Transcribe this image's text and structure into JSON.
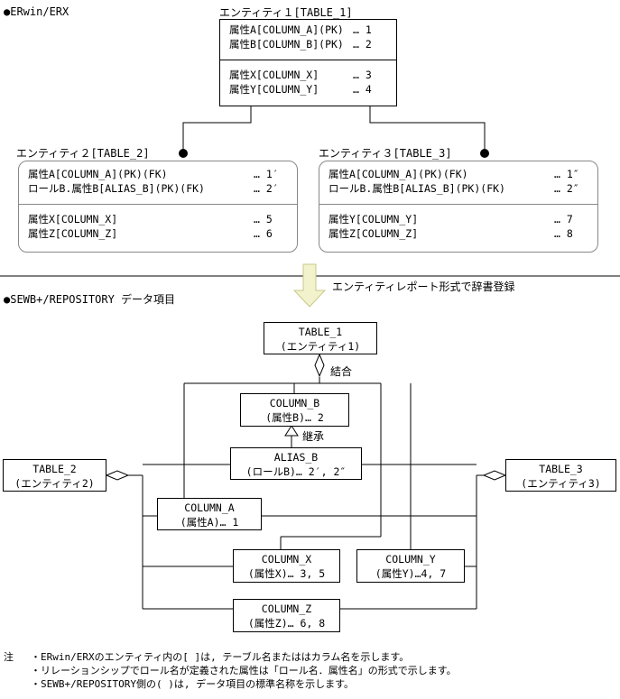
{
  "erwin": {
    "heading": "●ERwin/ERX",
    "entity1": {
      "title": "エンティティ１[TABLE_1]",
      "key_rows": [
        {
          "text": "属性A[COLUMN_A](PK)",
          "num": "… 1"
        },
        {
          "text": "属性B[COLUMN_B](PK)",
          "num": "… 2"
        }
      ],
      "attr_rows": [
        {
          "text": "属性X[COLUMN_X]",
          "num": "… 3"
        },
        {
          "text": "属性Y[COLUMN_Y]",
          "num": "… 4"
        }
      ]
    },
    "entity2": {
      "title": "エンティティ２[TABLE_2]",
      "key_rows": [
        {
          "text": "属性A[COLUMN_A](PK)(FK)",
          "num": "… 1′"
        },
        {
          "text": "ロールB.属性B[ALIAS_B](PK)(FK)",
          "num": "… 2′"
        }
      ],
      "attr_rows": [
        {
          "text": "属性X[COLUMN_X]",
          "num": "… 5"
        },
        {
          "text": "属性Z[COLUMN_Z]",
          "num": "… 6"
        }
      ]
    },
    "entity3": {
      "title": "エンティティ３[TABLE_3]",
      "key_rows": [
        {
          "text": "属性A[COLUMN_A](PK)(FK)",
          "num": "… 1″"
        },
        {
          "text": "ロールB.属性B[ALIAS_B](PK)(FK)",
          "num": "… 2″"
        }
      ],
      "attr_rows": [
        {
          "text": "属性Y[COLUMN_Y]",
          "num": "… 7"
        },
        {
          "text": "属性Z[COLUMN_Z]",
          "num": "… 8"
        }
      ]
    }
  },
  "transition_label": "エンティティレポート形式で辞書登録",
  "sewb": {
    "heading": "●SEWB+/REPOSITORY データ項目",
    "nodes": {
      "table1": {
        "line1": "TABLE_1",
        "line2": "(エンティティ1)"
      },
      "column_b": {
        "line1": "COLUMN_B",
        "line2": "(属性B)… 2"
      },
      "alias_b": {
        "line1": "ALIAS_B",
        "line2": "(ロールB)… 2′, 2″"
      },
      "table2": {
        "line1": "TABLE_2",
        "line2": "(エンティティ2)"
      },
      "table3": {
        "line1": "TABLE_3",
        "line2": "(エンティティ3)"
      },
      "column_a": {
        "line1": "COLUMN_A",
        "line2": "(属性A)… 1"
      },
      "column_x": {
        "line1": "COLUMN_X",
        "line2": "(属性X)… 3, 5"
      },
      "column_y": {
        "line1": "COLUMN_Y",
        "line2": "(属性Y)…4, 7"
      },
      "column_z": {
        "line1": "COLUMN_Z",
        "line2": "(属性Z)… 6, 8"
      }
    },
    "label_join": "結合",
    "label_inherit": "継承"
  },
  "notes": {
    "prefix": "注",
    "lines": [
      "・ERwin/ERXのエンティティ内の[ ]は, テーブル名またははカラム名を示します。",
      "・リレーションシップでロール名が定義された属性は「ロール名．属性名」の形式で示します。",
      "・SEWB+/REPOSITORY側の( )は, データ項目の標準名称を示します。"
    ]
  },
  "colors": {
    "arrow_fill": "#f2f2cc",
    "arrow_stroke": "#c8c88a",
    "rounded_border": "#888888"
  }
}
